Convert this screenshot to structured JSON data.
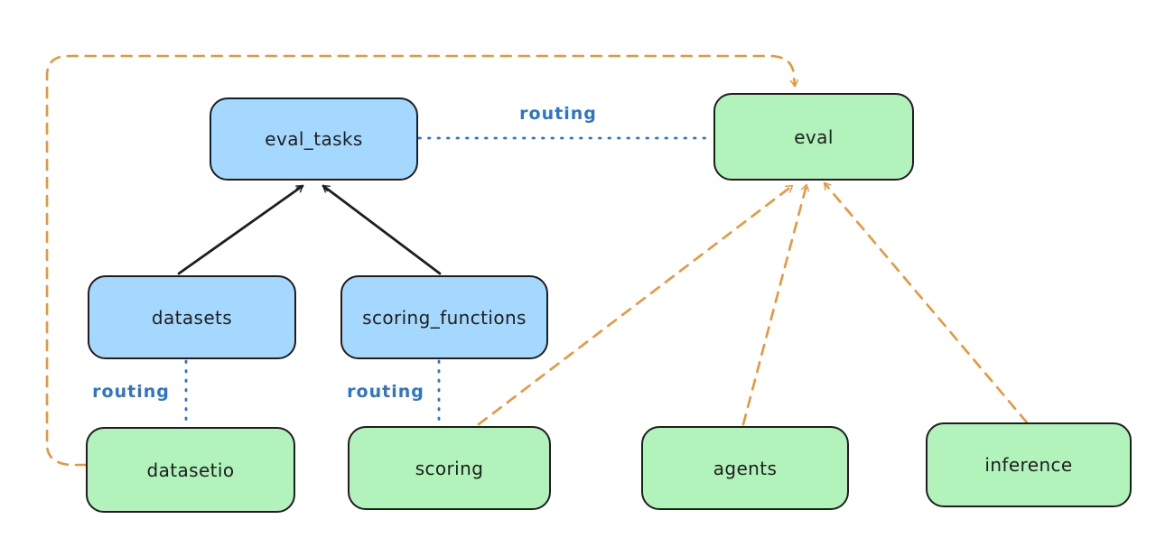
{
  "diagram": {
    "nodes": {
      "eval_tasks": {
        "label": "eval_tasks",
        "type": "resource"
      },
      "eval": {
        "label": "eval",
        "type": "provider"
      },
      "datasets": {
        "label": "datasets",
        "type": "resource"
      },
      "scoring_functions": {
        "label": "scoring_functions",
        "type": "resource"
      },
      "datasetio": {
        "label": "datasetio",
        "type": "provider"
      },
      "scoring": {
        "label": "scoring",
        "type": "provider"
      },
      "agents": {
        "label": "agents",
        "type": "provider"
      },
      "inference": {
        "label": "inference",
        "type": "provider"
      }
    },
    "edges": [
      {
        "from": "eval_tasks",
        "to": "eval",
        "style": "dotted-blue",
        "label": "routing"
      },
      {
        "from": "datasets",
        "to": "eval_tasks",
        "style": "solid-black-arrow",
        "label": ""
      },
      {
        "from": "scoring_functions",
        "to": "eval_tasks",
        "style": "solid-black-arrow",
        "label": ""
      },
      {
        "from": "datasets",
        "to": "datasetio",
        "style": "dotted-blue",
        "label": "routing"
      },
      {
        "from": "scoring_functions",
        "to": "scoring",
        "style": "dotted-blue",
        "label": "routing"
      },
      {
        "from": "scoring",
        "to": "eval",
        "style": "dashed-orange-arrow",
        "label": ""
      },
      {
        "from": "agents",
        "to": "eval",
        "style": "dashed-orange-arrow",
        "label": ""
      },
      {
        "from": "inference",
        "to": "eval",
        "style": "dashed-orange-arrow",
        "label": ""
      },
      {
        "from": "datasetio",
        "to": "eval",
        "style": "dashed-orange-arrow",
        "label": "",
        "route": "loop-left-top"
      }
    ],
    "colors": {
      "api_fill": "#a5d8ff",
      "provider_fill": "#b2f2bb",
      "stroke": "#1e1e1e",
      "routing_blue": "#2e75c8",
      "orange": "#e8973c",
      "background": "#ffffff"
    }
  }
}
